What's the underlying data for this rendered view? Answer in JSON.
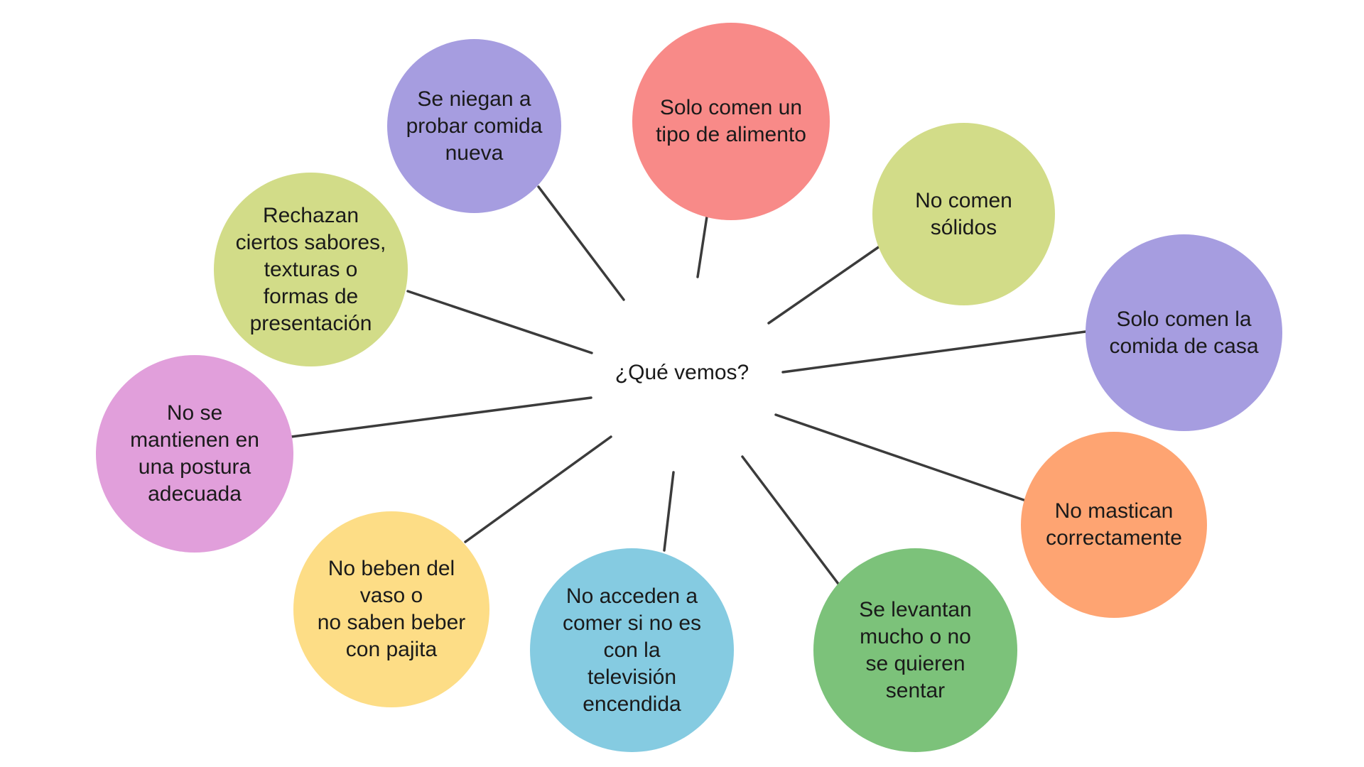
{
  "center": {
    "label": "¿Qué vemos?"
  },
  "nodes": [
    {
      "id": "n1",
      "text": "Se niegan a\nprobar comida\nnueva",
      "color": "#a69de0"
    },
    {
      "id": "n2",
      "text": "Solo comen un\ntipo de alimento",
      "color": "#f88a88"
    },
    {
      "id": "n3",
      "text": "No comen\nsólidos",
      "color": "#d2dc88"
    },
    {
      "id": "n4",
      "text": "Solo comen la\ncomida de casa",
      "color": "#a69de0"
    },
    {
      "id": "n5",
      "text": "No mastican\ncorrectamente",
      "color": "#fea472"
    },
    {
      "id": "n6",
      "text": "Se levantan\nmucho o no\nse quieren\nsentar",
      "color": "#7cc27a"
    },
    {
      "id": "n7",
      "text": "No acceden a\ncomer si no es\ncon la\ntelevisión\nencendida",
      "color": "#85cbe1"
    },
    {
      "id": "n8",
      "text": "No beben del\nvaso o\nno saben beber\ncon pajita",
      "color": "#fddd86"
    },
    {
      "id": "n9",
      "text": "No se\nmantienen en\nuna postura\nadecuada",
      "color": "#e19fdb"
    },
    {
      "id": "n10",
      "text": "Rechazan\nciertos sabores,\ntexturas o\nformas de\npresentación",
      "color": "#d2dc88"
    }
  ],
  "connector_color": "#3b3b3b"
}
